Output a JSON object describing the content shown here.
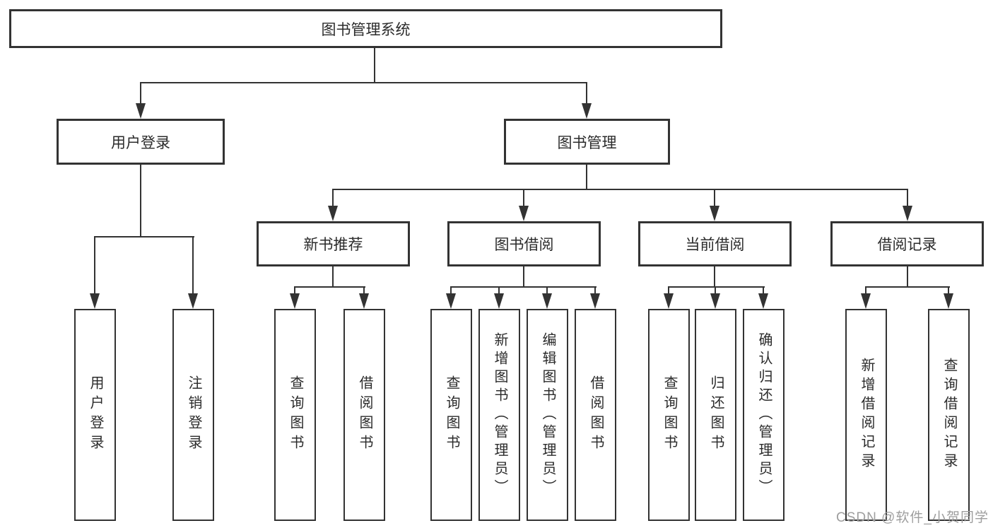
{
  "tree": {
    "root": {
      "label": "图书管理系统",
      "children": [
        {
          "label": "用户登录",
          "children": [
            {
              "label": "用户登录"
            },
            {
              "label": "注销登录"
            }
          ]
        },
        {
          "label": "图书管理",
          "children": [
            {
              "label": "新书推荐",
              "children": [
                {
                  "label": "查询图书"
                },
                {
                  "label": "借阅图书"
                }
              ]
            },
            {
              "label": "图书借阅",
              "children": [
                {
                  "label": "查询图书"
                },
                {
                  "label": "新增图书（管理员）"
                },
                {
                  "label": "编辑图书（管理员）"
                },
                {
                  "label": "借阅图书"
                }
              ]
            },
            {
              "label": "当前借阅",
              "children": [
                {
                  "label": "查询图书"
                },
                {
                  "label": "归还图书"
                },
                {
                  "label": "确认归还（管理员）"
                }
              ]
            },
            {
              "label": "借阅记录",
              "children": [
                {
                  "label": "新增借阅记录"
                },
                {
                  "label": "查询借阅记录"
                }
              ]
            }
          ]
        }
      ]
    }
  },
  "watermark": {
    "text": "CSDN @软件_小贺同学"
  },
  "colors": {
    "line": "#333333",
    "text": "#2b2b2b",
    "watermark": "#9e9e9e",
    "background": "#ffffff"
  }
}
